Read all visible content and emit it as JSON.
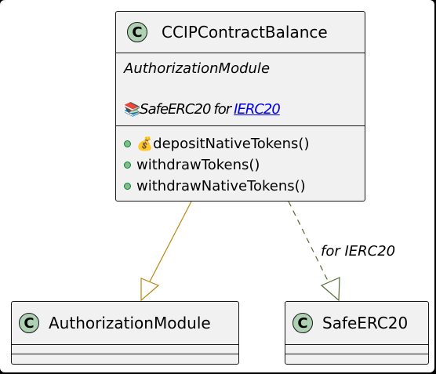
{
  "main_class": {
    "name": "CCIPContractBalance",
    "stereotype": "C",
    "parent": "AuthorizationModule",
    "field_icon": "books-icon",
    "field_glyph": "📚",
    "field_prefix": "SafeERC20",
    "field_for": "for",
    "field_link": "IERC20",
    "methods": [
      {
        "icon": "money-bag-icon",
        "glyph": "💰",
        "label": "depositNativeTokens()"
      },
      {
        "icon": "",
        "glyph": "",
        "label": "withdrawTokens()"
      },
      {
        "icon": "",
        "glyph": "",
        "label": "withdrawNativeTokens()"
      }
    ]
  },
  "class_auth": {
    "name": "AuthorizationModule",
    "stereotype": "C"
  },
  "class_safe": {
    "name": "SafeERC20",
    "stereotype": "C"
  },
  "edge_label": "for IERC20",
  "colors": {
    "class_bg": "#f1f1f1",
    "stereotype_circle": "#add1b2",
    "inheritance_arrow": "#b8860b",
    "dependency_arrow": "#556b2f",
    "method_dot": "#84be84"
  }
}
